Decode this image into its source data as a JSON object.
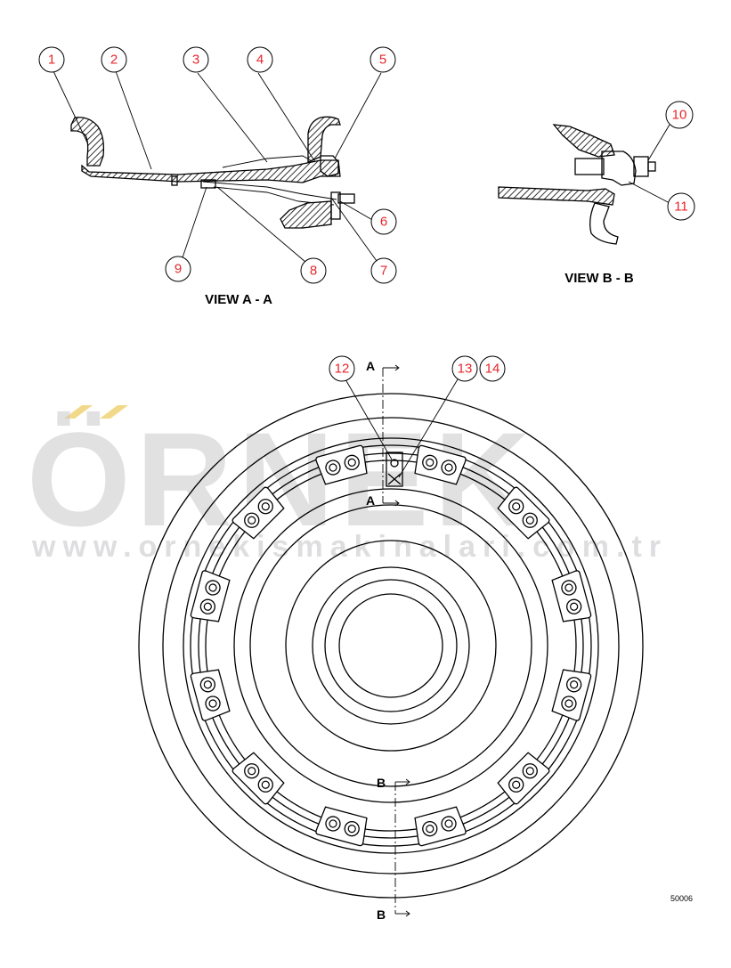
{
  "callouts": [
    "1",
    "2",
    "3",
    "4",
    "5",
    "6",
    "7",
    "8",
    "9",
    "10",
    "11",
    "12",
    "13",
    "14"
  ],
  "views": {
    "a_a": "VIEW A - A",
    "b_b": "VIEW B - B"
  },
  "section_markers": {
    "a_top": "A",
    "a_bottom": "A",
    "b_top": "B",
    "b_bottom": "B"
  },
  "drawing_number": "50006",
  "watermark": {
    "brand": "ÖRNEK",
    "url": "www.ornekismakinalari.com.tr"
  },
  "colors": {
    "callout_text": "#e8262b",
    "line": "#000000",
    "watermark": "#c9c9cc",
    "watermark_accent": "#f2d98a"
  }
}
